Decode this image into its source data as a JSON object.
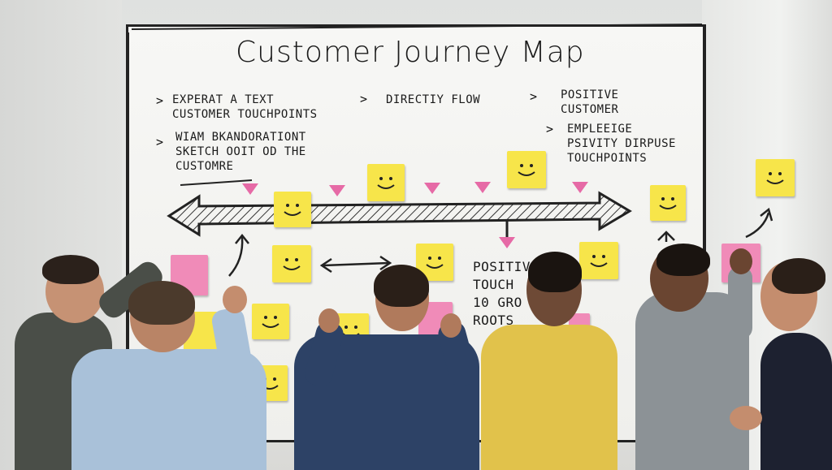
{
  "board": {
    "title": "Customer Journey Map",
    "notes": {
      "left_top": "EXPERAT A TEXT\nCUSTOMER TOUCHPOINTS",
      "left_mid": "WIAM BKANDORATIONT\nSKETCH OOIT OD THE\nCUSTOMRE",
      "center": "DIRECTIY FLOW",
      "right_top": "POSITIVE\nCUSTOMER",
      "right_mid": "EMPLEEIGE\nPSIVITY DIRPUSE\nTOUCHPOINTS",
      "bottom_center": "POSITIV\nTOUCH\n10 GRO\nROOTS"
    },
    "bullets": [
      ">",
      ">",
      ">",
      ">",
      ">"
    ]
  },
  "colors": {
    "sticky_yellow": "#f7e54a",
    "sticky_pink": "#f08bb8",
    "marker": "#222222",
    "arrow_pink": "#e66aa6"
  }
}
